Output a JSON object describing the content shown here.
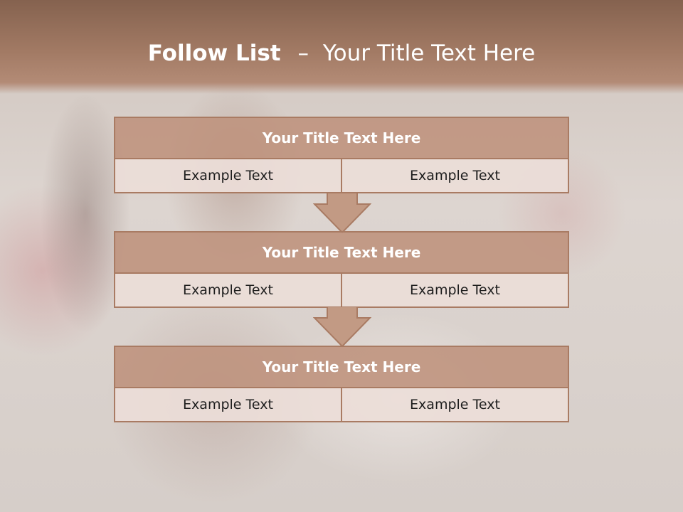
{
  "slide": {
    "title_bold": "Follow List",
    "title_sep": "–",
    "title_rest": "Your Title Text Here"
  },
  "steps": [
    {
      "title": "Your Title Text Here",
      "left": "Example Text",
      "right": "Example Text"
    },
    {
      "title": "Your Title Text Here",
      "left": "Example Text",
      "right": "Example Text"
    },
    {
      "title": "Your Title Text Here",
      "left": "Example Text",
      "right": "Example Text"
    }
  ],
  "colors": {
    "header": "#a27a64",
    "box_title_fill": "#be927c",
    "box_border": "#a97b63",
    "cell_fill": "#ebddd8",
    "arrow_fill": "#c29a84"
  }
}
